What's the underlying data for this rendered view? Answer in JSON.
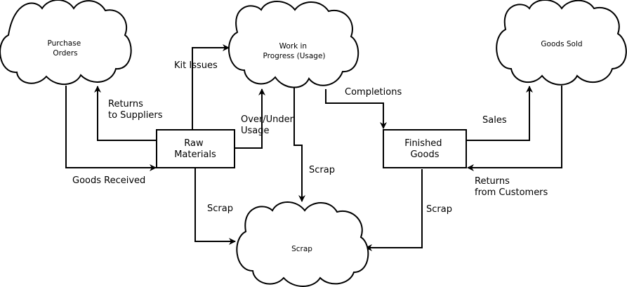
{
  "nodes": {
    "purchase_orders": [
      "Purchase",
      "Orders"
    ],
    "work_in_progress": [
      "Work in",
      "Progress (Usage)"
    ],
    "goods_sold": [
      "Goods Sold"
    ],
    "raw_materials": [
      "Raw",
      "Materials"
    ],
    "finished_goods": [
      "Finished",
      "Goods"
    ],
    "scrap": [
      "Scrap"
    ]
  },
  "edges": {
    "kit_issues": [
      "Kit Issues"
    ],
    "returns_to_suppliers": [
      "Returns",
      "to Suppliers"
    ],
    "over_under_usage": [
      "Over/Under",
      "Usage"
    ],
    "completions": [
      "Completions"
    ],
    "sales": [
      "Sales"
    ],
    "goods_received": [
      "Goods Received"
    ],
    "scrap_from_wip": [
      "Scrap"
    ],
    "scrap_from_raw": [
      "Scrap"
    ],
    "scrap_from_finished": [
      "Scrap"
    ],
    "returns_from_customers": [
      "Returns",
      "from Customers"
    ]
  }
}
